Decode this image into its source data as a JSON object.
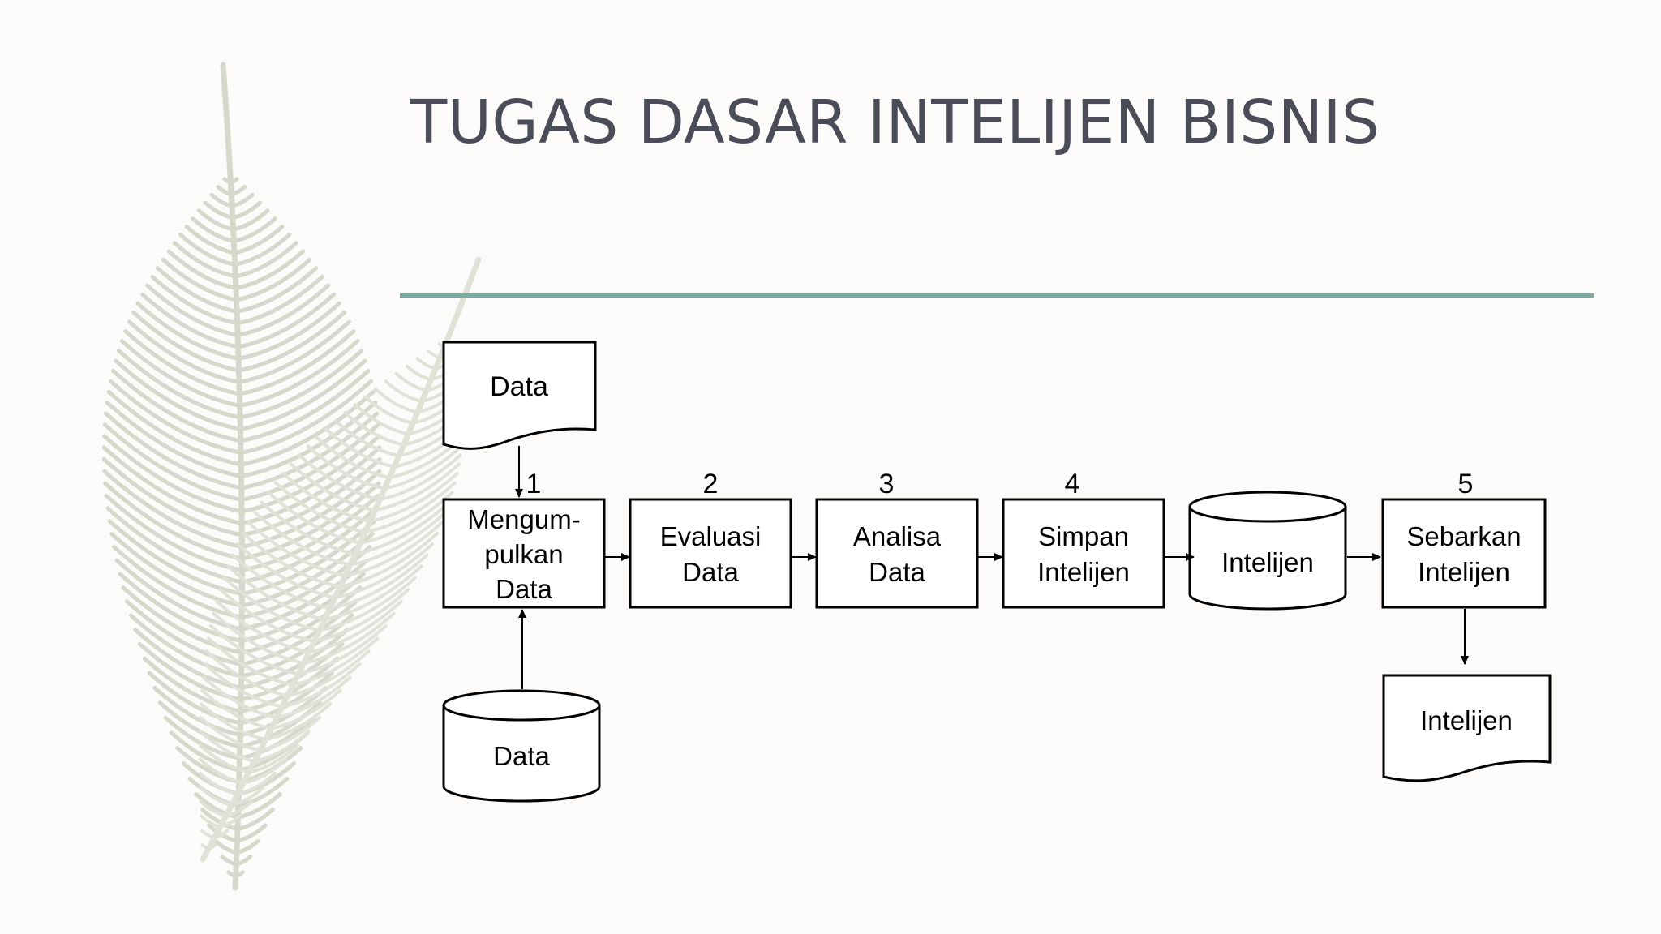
{
  "slide": {
    "title": "TUGAS DASAR INTELIJEN BISNIS",
    "accent_color": "#7fa8a1",
    "title_color": "#4a4c58",
    "decoration": "feather-illustration"
  },
  "diagram": {
    "input_document": "Data",
    "input_database": "Data",
    "steps": [
      {
        "number": "1",
        "lines": [
          "Mengum-",
          "pulkan",
          "Data"
        ]
      },
      {
        "number": "2",
        "lines": [
          "Evaluasi",
          "Data"
        ]
      },
      {
        "number": "3",
        "lines": [
          "Analisa",
          "Data"
        ]
      },
      {
        "number": "4",
        "lines": [
          "Simpan",
          "Intelijen"
        ]
      },
      {
        "number": "5",
        "lines": [
          "Sebarkan",
          "Intelijen"
        ]
      }
    ],
    "storage": "Intelijen",
    "output_document": "Intelijen"
  }
}
